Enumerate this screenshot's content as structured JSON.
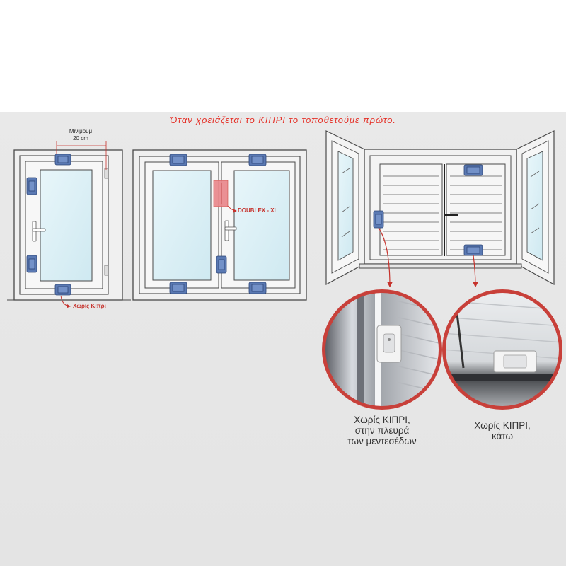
{
  "heading": "Όταν χρειάζεται το ΚΙΠΡΙ το τοποθετούμε πρώτο.",
  "min_label_line1": "Μινιμουμ",
  "min_label_line2": "20 cm",
  "doublex_label": "DOUBLEX - XL",
  "no_hinge_label": "Χωρίς Κιπρί",
  "left_caption": [
    "Χωρίς ΚΙΠΡΙ,",
    "στην πλευρά",
    "των μεντεσέδων"
  ],
  "right_caption": [
    "Χωρίς ΚΙΠΡΙ,",
    "κάτω"
  ],
  "colors": {
    "accent_red": "#e5332a",
    "lock_blue": "#5a79b3",
    "glass": "#d9eff5",
    "frame": "#4a4a4a"
  }
}
